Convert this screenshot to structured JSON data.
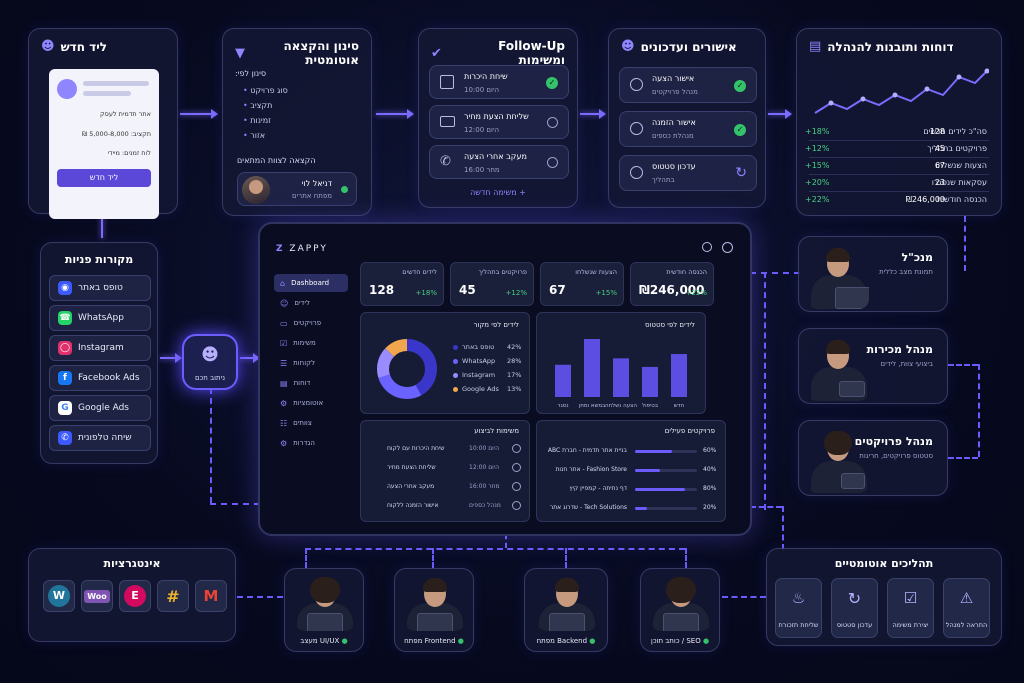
{
  "colors": {
    "accent": "#7d6bff",
    "success": "#34c36b",
    "bg": "#070a1f"
  },
  "new_lead": {
    "title": "ליד חדש",
    "icon": "person-icon",
    "fields": [
      "אתר תדמית לעסק",
      "תקציב: 5,000-8,000 ₪",
      "לוח זמנים: מיידי"
    ],
    "button": "ליד חדש"
  },
  "filtering": {
    "title": "סינון והקצאה אוטומטית",
    "icon": "filter-icon",
    "filter_by": "סינון לפי:",
    "criteria": [
      "סוג פרויקט",
      "תקציב",
      "זמינות",
      "אזור"
    ],
    "assign_label": "הקצאה לצוות המתאים",
    "assignee_name": "דניאל לוי",
    "assignee_role": "מפתח אתרים"
  },
  "followup": {
    "title": "Follow-Up ומשימות",
    "icon": "check-circle-icon",
    "tasks": [
      {
        "title": "שיחת היכרות",
        "time": "היום 10:00",
        "icon": "calendar-icon",
        "done": true
      },
      {
        "title": "שליחת הצעת מחיר",
        "time": "היום 12:00",
        "icon": "mail-icon",
        "done": false
      },
      {
        "title": "מעקב אחרי הצעה",
        "time": "מחר 16:00",
        "icon": "phone-icon",
        "done": false
      }
    ],
    "add_task": "+ משימה חדשה"
  },
  "approvals": {
    "title": "אישורים ועדכונים",
    "icon": "user-icon",
    "items": [
      {
        "title": "אישור הצעה",
        "sub": "מנהל פרויקטים",
        "status": "done"
      },
      {
        "title": "אישור הזמנה",
        "sub": "מנהלת כספים",
        "status": "done"
      },
      {
        "title": "עדכון סטטוס",
        "sub": "בתהליך",
        "status": "pending"
      }
    ]
  },
  "reports": {
    "title": "דוחות ותובנות להנהלה",
    "icon": "bar-chart-icon",
    "rows": [
      {
        "label": "סה\"כ לידים חדשים",
        "value": "128",
        "change": "+18%"
      },
      {
        "label": "פרויקטים בתהליך",
        "value": "45",
        "change": "+12%"
      },
      {
        "label": "הצעות שנשלחו",
        "value": "67",
        "change": "+15%"
      },
      {
        "label": "עסקאות שנסגרו",
        "value": "23",
        "change": "+20%"
      },
      {
        "label": "הכנסה חודשית",
        "value": "₪246,000",
        "change": "+22%"
      }
    ]
  },
  "lead_sources": {
    "title": "מקורות פניות",
    "items": [
      {
        "label": "טופס באתר",
        "icon": "globe-icon",
        "color": "#3d5afe"
      },
      {
        "label": "WhatsApp",
        "icon": "whatsapp-icon",
        "color": "#25d366"
      },
      {
        "label": "Instagram",
        "icon": "instagram-icon",
        "color": "#e1306c"
      },
      {
        "label": "Facebook Ads",
        "icon": "facebook-icon",
        "color": "#1877f2"
      },
      {
        "label": "Google Ads",
        "icon": "google-icon",
        "color": "#ffffff"
      },
      {
        "label": "שיחה טלפונית",
        "icon": "phone-icon",
        "color": "#3d5afe"
      }
    ]
  },
  "routing": {
    "label": "ניתוב חכם",
    "icon": "users-icon"
  },
  "dashboard": {
    "brand": "ZAPPY",
    "menu": [
      "Dashboard",
      "לידים",
      "פרויקטים",
      "משימות",
      "לקוחות",
      "דוחות",
      "אוטומציות",
      "צוותים",
      "הגדרות"
    ],
    "kpis": [
      {
        "label": "לידים חדשים",
        "value": "128",
        "change": "+18%"
      },
      {
        "label": "פרויקטים בתהליך",
        "value": "45",
        "change": "+12%"
      },
      {
        "label": "הצעות שנשלחו",
        "value": "67",
        "change": "+15%"
      },
      {
        "label": "הכנסה חודשית",
        "value": "₪246,000",
        "change": "+22%"
      }
    ],
    "donut": {
      "title": "לידים לפי מקור",
      "slices": [
        {
          "label": "טופס באתר",
          "pct": "42%",
          "value": 42,
          "color": "#3a36c9"
        },
        {
          "label": "WhatsApp",
          "pct": "28%",
          "value": 28,
          "color": "#6a63ff"
        },
        {
          "label": "Instagram",
          "pct": "17%",
          "value": 17,
          "color": "#9a8cff"
        },
        {
          "label": "Google Ads",
          "pct": "13%",
          "value": 13,
          "color": "#f0a64c"
        }
      ]
    },
    "status_chart": {
      "title": "לידים לפי סטטוס",
      "bars": [
        {
          "label": "חדש",
          "value": 40
        },
        {
          "label": "בטיפול",
          "value": 28
        },
        {
          "label": "הצעה נשלחה",
          "value": 36
        },
        {
          "label": "במשא ומתן",
          "value": 54
        },
        {
          "label": "נסגר",
          "value": 30
        }
      ]
    },
    "tasks_panel": {
      "title": "משימות לביצוע",
      "tasks": [
        {
          "title": "שיחת היכרות עם לקוח",
          "time": "היום 10:00"
        },
        {
          "title": "שליחת הצעת מחיר",
          "time": "היום 12:00"
        },
        {
          "title": "מעקב אחרי הצעה",
          "time": "מחר 16:00"
        },
        {
          "title": "אישור הזמנה ללקוח",
          "time": "מנהל כספים"
        }
      ]
    },
    "projects_panel": {
      "title": "פרויקטים פעילים",
      "projects": [
        {
          "name": "בניית אתר תדמית - חברת ABC",
          "pct": "60%",
          "value": 60
        },
        {
          "name": "Fashion Store - אתר חנות",
          "pct": "40%",
          "value": 40
        },
        {
          "name": "דף נחיתה - קמפיין קיץ",
          "pct": "80%",
          "value": 80
        },
        {
          "name": "Tech Solutions - שדרוג אתר",
          "pct": "20%",
          "value": 20
        }
      ]
    }
  },
  "managers": [
    {
      "title": "מנכ\"ל",
      "sub": "תמונת מצב כללית"
    },
    {
      "title": "מנהל מכירות",
      "sub": "ביצועי צוות, לידים"
    },
    {
      "title": "מנהל פרויקטים",
      "sub": "סטטוס פרויקטים, חריגות"
    }
  ],
  "integrations": {
    "title": "אינטגרציות",
    "items": [
      {
        "label": "W",
        "icon": "wordpress-icon",
        "color": "#21759b"
      },
      {
        "label": "Woo",
        "icon": "woocommerce-icon",
        "color": "#7f54b3"
      },
      {
        "label": "E",
        "icon": "elementor-icon",
        "color": "#d2095e"
      },
      {
        "label": "#",
        "icon": "slack-icon",
        "color": "#ecb22e"
      },
      {
        "label": "M",
        "icon": "gmail-icon",
        "color": "#ea4335"
      }
    ]
  },
  "team": [
    {
      "role": "מעצב UI/UX"
    },
    {
      "role": "מפתח Frontend"
    },
    {
      "role": "מפתח Backend"
    },
    {
      "role": "כותב תוכן / SEO"
    }
  ],
  "automation": {
    "title": "תהליכים אוטומטיים",
    "items": [
      {
        "label": "שליחת תזכורת",
        "icon": "bell-icon"
      },
      {
        "label": "עדכון סטטוס",
        "icon": "refresh-icon"
      },
      {
        "label": "יצירת משימה",
        "icon": "clipboard-icon"
      },
      {
        "label": "התראה למנהל",
        "icon": "alert-icon"
      }
    ]
  }
}
